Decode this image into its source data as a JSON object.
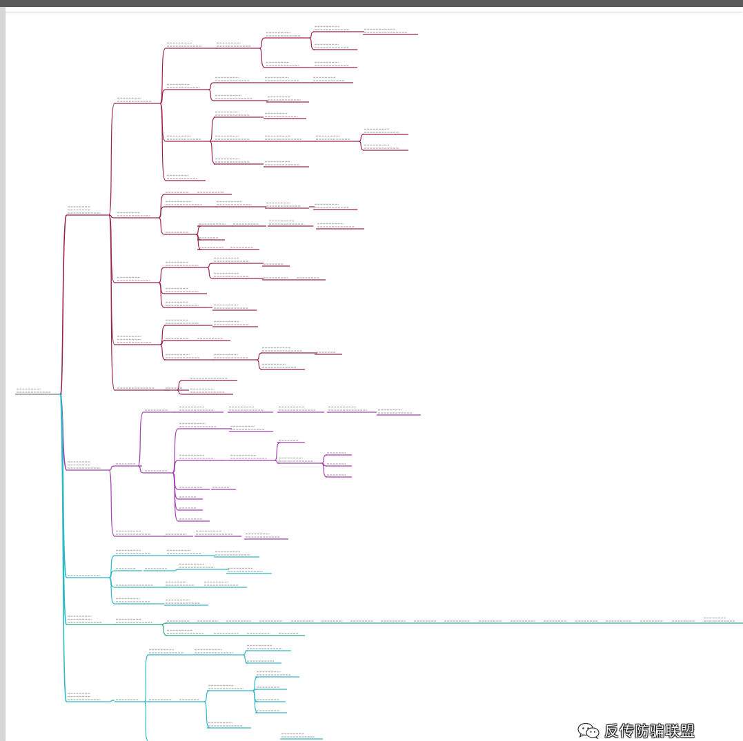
{
  "diagram": {
    "type": "mind-map",
    "root": {
      "label": ""
    },
    "colors": {
      "root_edge": "#7a7a7a",
      "branch_maroon": "#9b2252",
      "branch_purple": "#a33fb0",
      "branch_teal": "#2fb8c4",
      "branch_green": "#2aa58b"
    },
    "branches": [
      {
        "label": "",
        "color": "#9b2252",
        "subtopics": 5
      },
      {
        "label": "",
        "color": "#a33fb0",
        "subtopics": 2
      },
      {
        "label": "",
        "color": "#2fb8c4",
        "subtopics": 4
      },
      {
        "label": "",
        "color": "#2aa58b",
        "subtopics": 1
      },
      {
        "label": "",
        "color": "#2fb8c4",
        "subtopics": 2
      }
    ]
  },
  "watermark": {
    "icon": "wechat-icon",
    "text": "反传防骗联盟",
    "color": "#ffffff"
  }
}
